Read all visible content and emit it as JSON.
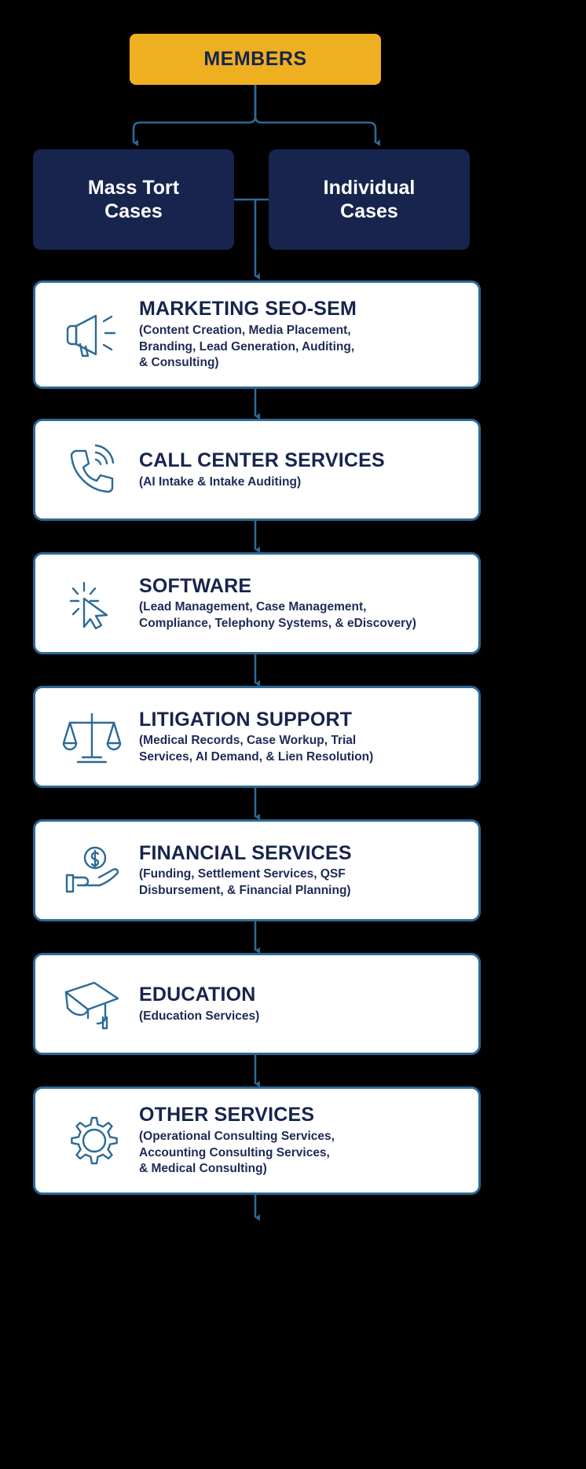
{
  "diagram": {
    "title": "Members Services Flowchart",
    "colors": {
      "background": "#000000",
      "accent_gold": "#eeb020",
      "navy": "#17244d",
      "card_border_blue": "#2b6a96",
      "card_fill": "#ffffff",
      "connector_blue": "#2b6a96"
    }
  },
  "root": {
    "label": "MEMBERS",
    "shape": "rounded-rect",
    "fill": "#eeb020",
    "text_color": "#17244d"
  },
  "branches": [
    {
      "label": "Mass Tort\nCases",
      "fill": "#17244d",
      "text_color": "#ffffff"
    },
    {
      "label": "Individual\nCases",
      "fill": "#17244d",
      "text_color": "#ffffff"
    }
  ],
  "services": [
    {
      "icon": "megaphone-icon",
      "title": "MARKETING SEO-SEM",
      "subtitle": "(Content Creation, Media Placement,\nBranding, Lead Generation, Auditing,\n& Consulting)"
    },
    {
      "icon": "phone-ring-icon",
      "title": "CALL CENTER SERVICES",
      "subtitle": "(AI Intake & Intake Auditing)"
    },
    {
      "icon": "cursor-click-icon",
      "title": "SOFTWARE",
      "subtitle": "(Lead Management, Case Management,\nCompliance, Telephony Systems, & eDiscovery)"
    },
    {
      "icon": "scales-of-justice-icon",
      "title": "LITIGATION SUPPORT",
      "subtitle": "(Medical Records, Case Workup, Trial\nServices, AI Demand, & Lien Resolution)"
    },
    {
      "icon": "hand-holding-coin-icon",
      "title": "FINANCIAL SERVICES",
      "subtitle": "(Funding, Settlement Services, QSF\nDisbursement, & Financial Planning)"
    },
    {
      "icon": "graduation-cap-icon",
      "title": "EDUCATION",
      "subtitle": "(Education Services)"
    },
    {
      "icon": "gear-icon",
      "title": "OTHER SERVICES",
      "subtitle": "(Operational Consulting Services,\nAccounting Consulting Services,\n& Medical Consulting)"
    }
  ]
}
